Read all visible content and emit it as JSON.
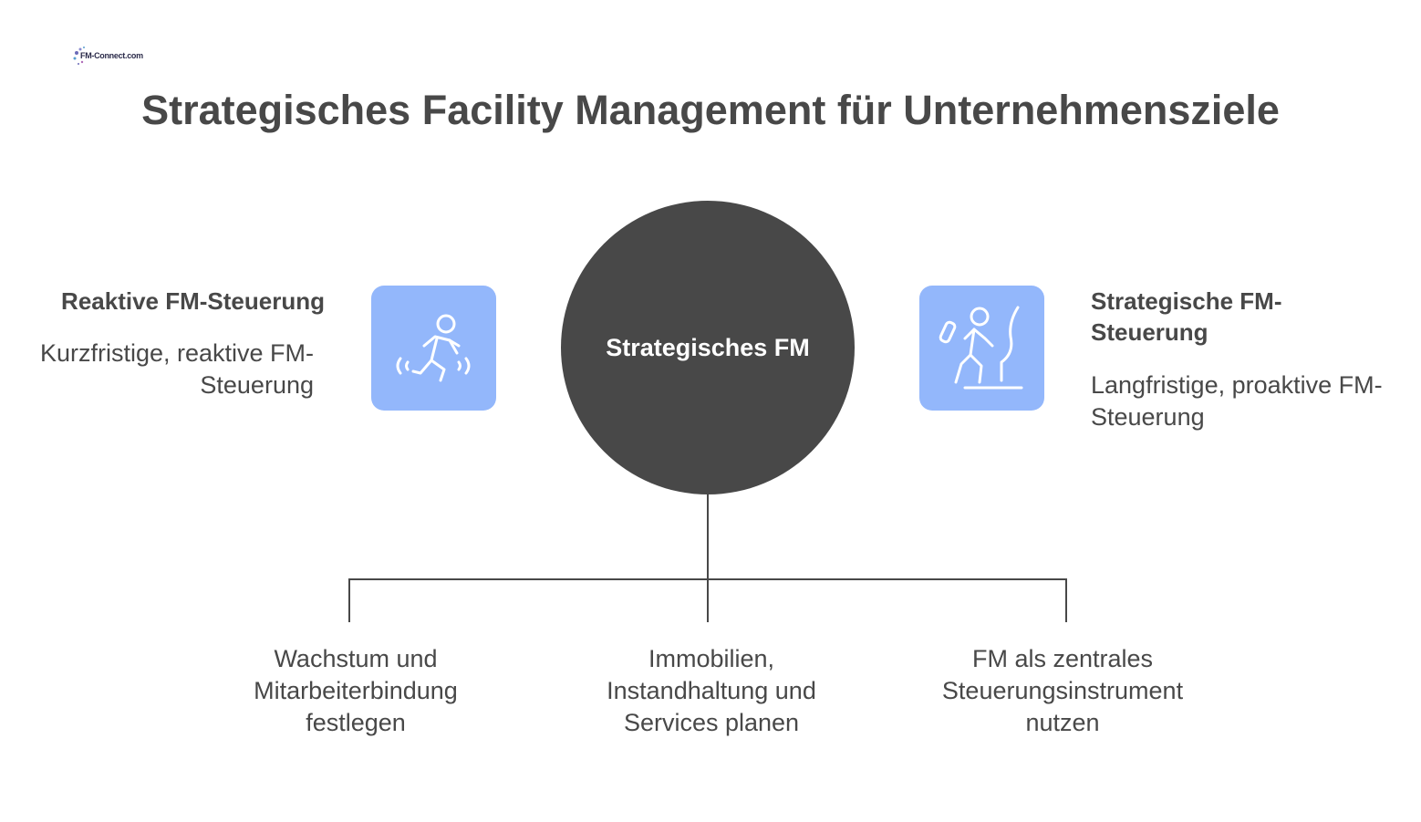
{
  "logo": {
    "text": "FM-Connect.com"
  },
  "title": "Strategisches Facility Management für Unternehmensziele",
  "center": {
    "label": "Strategisches FM"
  },
  "left": {
    "title": "Reaktive FM-Steuerung",
    "description": "Kurzfristige, reaktive FM-Steuerung",
    "icon": "running-person-icon"
  },
  "right": {
    "title": "Strategische FM-Steuerung",
    "description": "Langfristige, proaktive FM-Steuerung",
    "icon": "climbing-person-icon"
  },
  "bottom": [
    {
      "label": "Wachstum und Mitarbeiterbindung festlegen"
    },
    {
      "label": "Immobilien, Instandhaltung und Services planen"
    },
    {
      "label": "FM als zentrales Steuerungsinstrument nutzen"
    }
  ],
  "colors": {
    "dark": "#484848",
    "icon_bg": "#93b7fb",
    "icon_stroke": "#ffffff",
    "line": "#484848"
  }
}
